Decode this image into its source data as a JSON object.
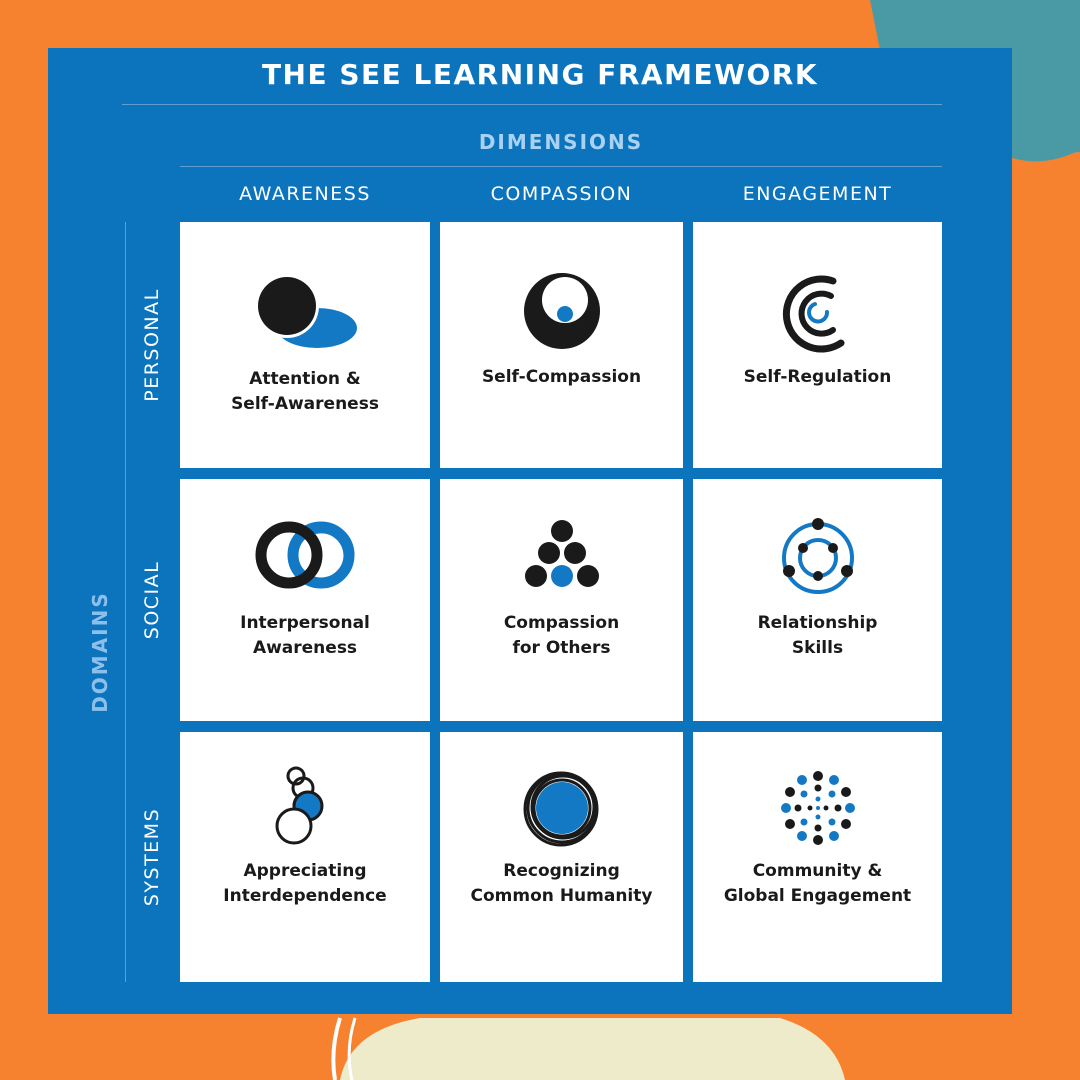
{
  "title": "THE SEE LEARNING FRAMEWORK",
  "dimensions_label": "DIMENSIONS",
  "domains_label": "DOMAINS",
  "columns": [
    "AWARENESS",
    "COMPASSION",
    "ENGAGEMENT"
  ],
  "rows": [
    "PERSONAL",
    "SOCIAL",
    "SYSTEMS"
  ],
  "cells": [
    {
      "label": "Attention &\nSelf-Awareness",
      "icon": "attention-icon"
    },
    {
      "label": "Self-Compassion",
      "icon": "self-compassion-icon"
    },
    {
      "label": "Self-Regulation",
      "icon": "self-regulation-icon"
    },
    {
      "label": "Interpersonal\nAwareness",
      "icon": "interpersonal-icon"
    },
    {
      "label": "Compassion\nfor Others",
      "icon": "compassion-others-icon"
    },
    {
      "label": "Relationship\nSkills",
      "icon": "relationship-icon"
    },
    {
      "label": "Appreciating\nInterdependence",
      "icon": "interdependence-icon"
    },
    {
      "label": "Recognizing\nCommon Humanity",
      "icon": "common-humanity-icon"
    },
    {
      "label": "Community &\nGlobal Engagement",
      "icon": "community-icon"
    }
  ],
  "colors": {
    "background": "#f6822f",
    "panel": "#0c73bd",
    "accent_teal": "#4a9aa5",
    "accent_cream": "#eeebcb",
    "icon_black": "#1a1a1a",
    "icon_blue": "#1479c4"
  }
}
